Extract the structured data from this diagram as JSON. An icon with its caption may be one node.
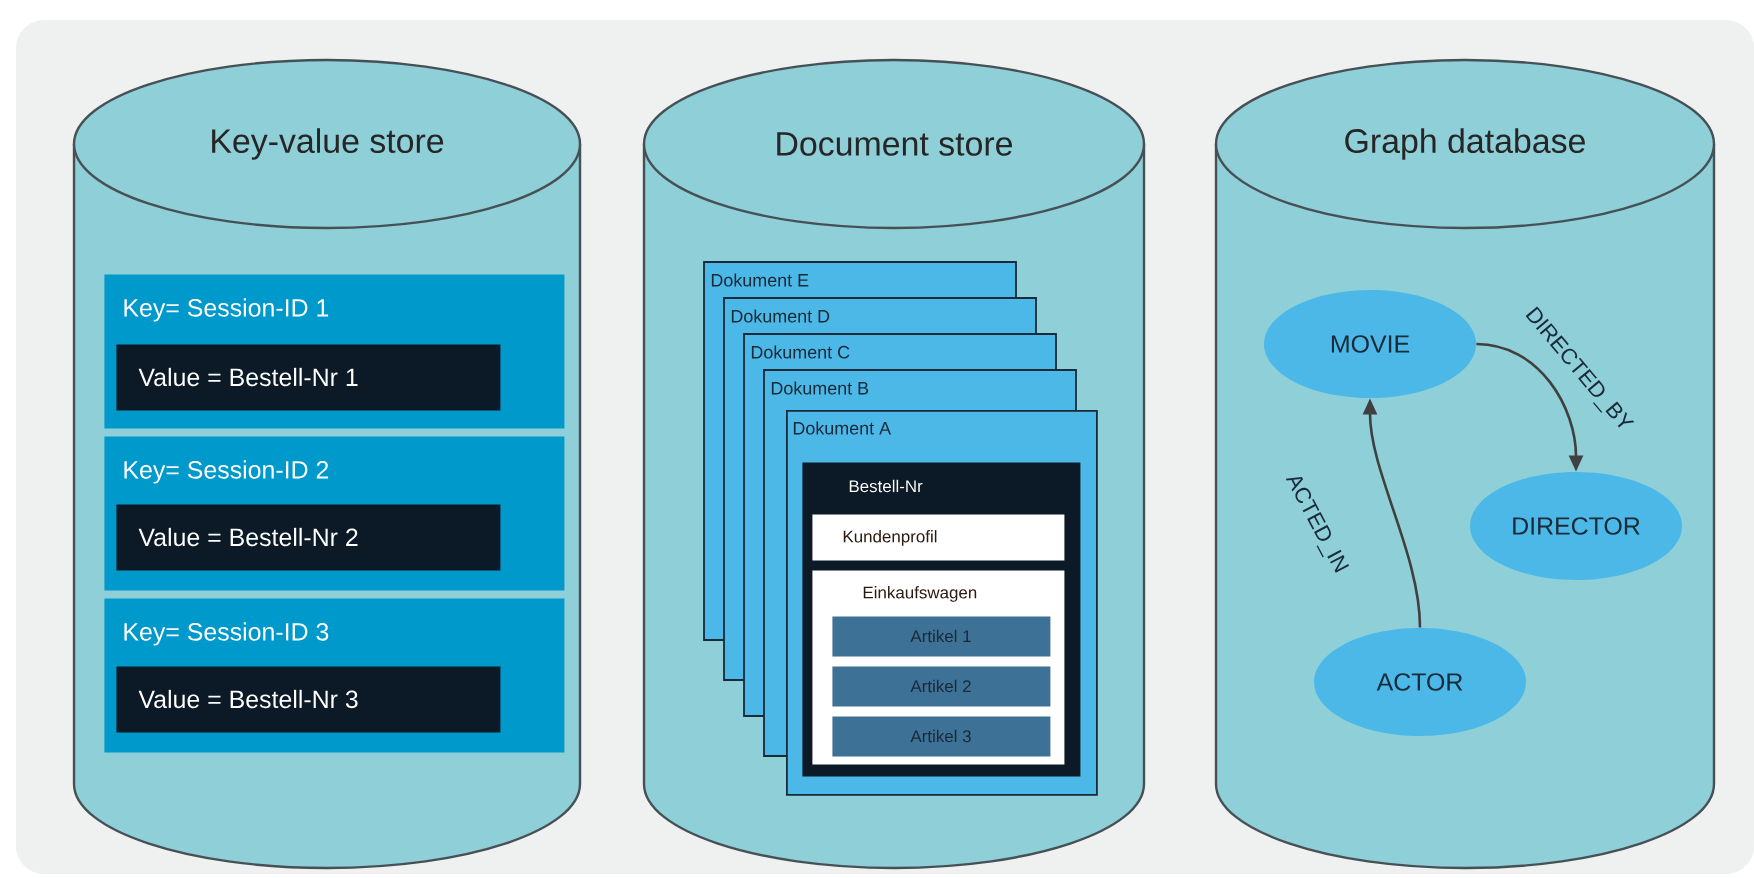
{
  "diagram": {
    "nodes": [
      {
        "text": [
          "Key-value store"
        ]
      },
      {
        "text": [
          "Key= Session-ID 1"
        ],
        "in": 0
      },
      {
        "text": [
          "Value = Bestell-Nr 1"
        ],
        "in": 1
      },
      {
        "text": [
          "Key= Session-ID 2"
        ],
        "in": 0
      },
      {
        "text": [
          "Value = Bestell-Nr 2"
        ],
        "in": 3
      },
      {
        "text": [
          "Key= Session-ID 3"
        ],
        "in": 0
      },
      {
        "text": [
          "Value = Bestell-Nr 3"
        ],
        "in": 5
      },
      {
        "text": [
          "Document store"
        ]
      },
      {
        "text": [
          "Dokument E"
        ],
        "in": 7
      },
      {
        "text": [
          "Dokument D"
        ],
        "in": 7
      },
      {
        "text": [
          "Dokument C"
        ],
        "in": 7
      },
      {
        "text": [
          "Dokument B"
        ],
        "in": 7
      },
      {
        "text": [
          "Dokument A"
        ],
        "in": 7
      },
      {
        "text": [
          "Bestell-Nr"
        ],
        "in": 12
      },
      {
        "text": [
          "Kundenprofil"
        ],
        "in": 13
      },
      {
        "text": [
          "Einkaufswagen"
        ],
        "in": 13
      },
      {
        "text": [
          "Artikel 1"
        ],
        "in": 15
      },
      {
        "text": [
          "Artikel 2"
        ],
        "in": 15
      },
      {
        "text": [
          "Artikel 3"
        ],
        "in": 15
      },
      {
        "text": [
          "Graph database"
        ]
      },
      {
        "text": [
          "MOVIE"
        ],
        "in": 19
      },
      {
        "text": [
          "DIRECTOR"
        ],
        "in": 19
      },
      {
        "text": [
          "ACTOR"
        ],
        "in": 19
      }
    ],
    "edges": [
      {
        "from": 20,
        "to": 21,
        "arrow": "to",
        "label": "DIRECTED_BY"
      },
      {
        "from": 22,
        "to": 20,
        "arrow": "to",
        "label": "ACTED_IN"
      }
    ]
  }
}
